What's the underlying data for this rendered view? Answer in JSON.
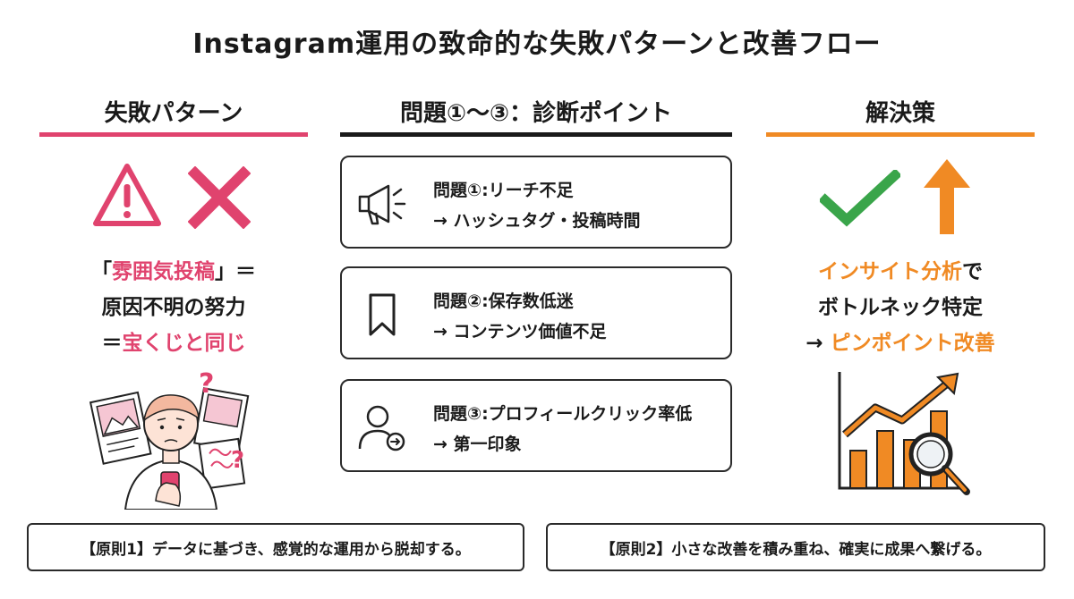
{
  "title": "Instagram運用の致命的な失敗パターンと改善フロー",
  "left": {
    "heading": "失敗パターン",
    "line1_pre": "「",
    "line1_hl": "雰囲気投稿",
    "line1_post": "」＝",
    "line2": "原因不明の努力",
    "line3_pre": "＝",
    "line3_hl": "宝くじと同じ",
    "question_mark": "?"
  },
  "middle": {
    "heading": "問題①〜③：診断ポイント",
    "cards": [
      {
        "line1": "問題①:リーチ不足",
        "line2": "→ ハッシュタグ・投稿時間"
      },
      {
        "line1": "問題②:保存数低迷",
        "line2": "→ コンテンツ価値不足"
      },
      {
        "line1": "問題③:プロフィールクリック率低",
        "line2": "→ 第一印象"
      }
    ]
  },
  "right": {
    "heading": "解決策",
    "line1_hl": "インサイト分析",
    "line1_post": "で",
    "line2": "ボトルネック特定",
    "line3_pre": "→ ",
    "line3_hl": "ピンポイント改善"
  },
  "principles": [
    "【原則1】データに基づき、感覚的な運用から脱却する。",
    "【原則2】小さな改善を積み重ね、確実に成果へ繋げる。"
  ],
  "colors": {
    "pink": "#e0436e",
    "orange": "#f08a24",
    "green": "#3aa54a",
    "dark": "#1a1a1a"
  },
  "icons": {
    "warning": "warning-triangle-icon",
    "cross": "cross-icon",
    "check": "check-icon",
    "up_arrow": "up-arrow-icon",
    "megaphone": "megaphone-icon",
    "bookmark": "bookmark-icon",
    "user_arrow": "user-arrow-icon",
    "growth_chart": "growth-chart-icon"
  }
}
